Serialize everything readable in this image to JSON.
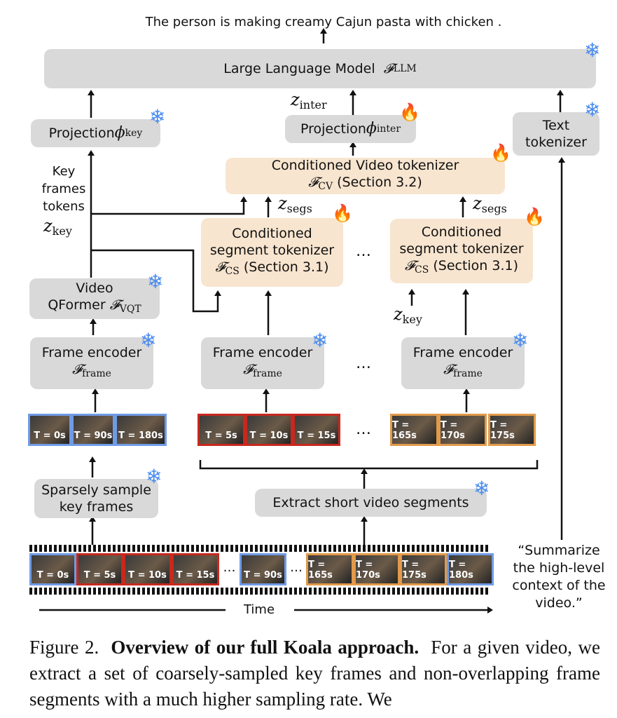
{
  "output_text": "The person is making creamy Cajun pasta with chicken .",
  "llm": {
    "label": "Large Language Model",
    "symbol": "𝓕",
    "sub": "LLM",
    "state": "frozen"
  },
  "proj_key": {
    "label": "Projection",
    "symbol": "ϕ",
    "sub": "key",
    "state": "frozen"
  },
  "proj_inter": {
    "label": "Projection",
    "symbol": "ϕ",
    "sub": "inter",
    "state": "trainable"
  },
  "text_tokenizer": {
    "line1": "Text",
    "line2": "tokenizer",
    "state": "frozen"
  },
  "cv_tokenizer": {
    "line1": "Conditioned Video tokenizer",
    "symbol": "𝓕",
    "sub": "CV",
    "section": "(Section 3.2)",
    "state": "trainable"
  },
  "cs_tokenizer": {
    "line1": "Conditioned",
    "line2": "segment tokenizer",
    "symbol": "𝓕",
    "sub": "CS",
    "section": "(Section 3.1)",
    "state": "trainable"
  },
  "vqformer": {
    "line1": "Video",
    "line2": "QFormer",
    "symbol": "𝓕",
    "sub": "VQT",
    "state": "frozen"
  },
  "frame_encoder": {
    "label": "Frame encoder",
    "symbol": "𝓕",
    "sub": "frame",
    "state": "frozen"
  },
  "sparse_sample": {
    "line1": "Sparsely sample",
    "line2": "key frames",
    "state": "frozen"
  },
  "extract_segments": {
    "label": "Extract short video segments",
    "state": "frozen"
  },
  "key_tokens_label": {
    "line1": "Key",
    "line2": "frames",
    "line3": "tokens"
  },
  "z_labels": {
    "z": "z",
    "inter": "inter",
    "segs": "segs",
    "key": "key"
  },
  "ellipsis": "…",
  "key_frames": [
    "T = 0s",
    "T = 90s",
    "T = 180s"
  ],
  "segment_1_frames": [
    "T = 5s",
    "T = 10s",
    "T = 15s"
  ],
  "segment_n_frames": [
    "T = 165s",
    "T = 170s",
    "T = 175s"
  ],
  "timeline_frames": [
    {
      "label": "T = 0s",
      "color": "blue"
    },
    {
      "label": "T = 5s",
      "color": "red"
    },
    {
      "label": "T = 10s",
      "color": "red"
    },
    {
      "label": "T = 15s",
      "color": "red"
    },
    {
      "label": "T = 90s",
      "color": "blue"
    },
    {
      "label": "T = 165s",
      "color": "orange"
    },
    {
      "label": "T = 170s",
      "color": "orange"
    },
    {
      "label": "T = 175s",
      "color": "orange"
    },
    {
      "label": "T = 180s",
      "color": "blue"
    }
  ],
  "time_label": "Time",
  "prompt": {
    "line1": "“Summarize",
    "line2": "the high-level",
    "line3": "context of the",
    "line4": "video.”"
  },
  "icons": {
    "frozen": "❄",
    "trainable": "🔥"
  },
  "colors": {
    "frozen_box": "#d9d9d9",
    "trainable_box": "#f8e5cf",
    "snowflake": "#4a8cf0",
    "key_frame_border": "#6f9be6",
    "segment1_border": "#c8281e",
    "segmentN_border": "#e19a4a"
  },
  "caption": {
    "prefix": "Figure 2.",
    "title": "Overview of our full Koala approach.",
    "body": "For a given video, we extract a set of coarsely-sampled key frames and non-overlapping frame segments with a much higher sampling rate. We"
  }
}
